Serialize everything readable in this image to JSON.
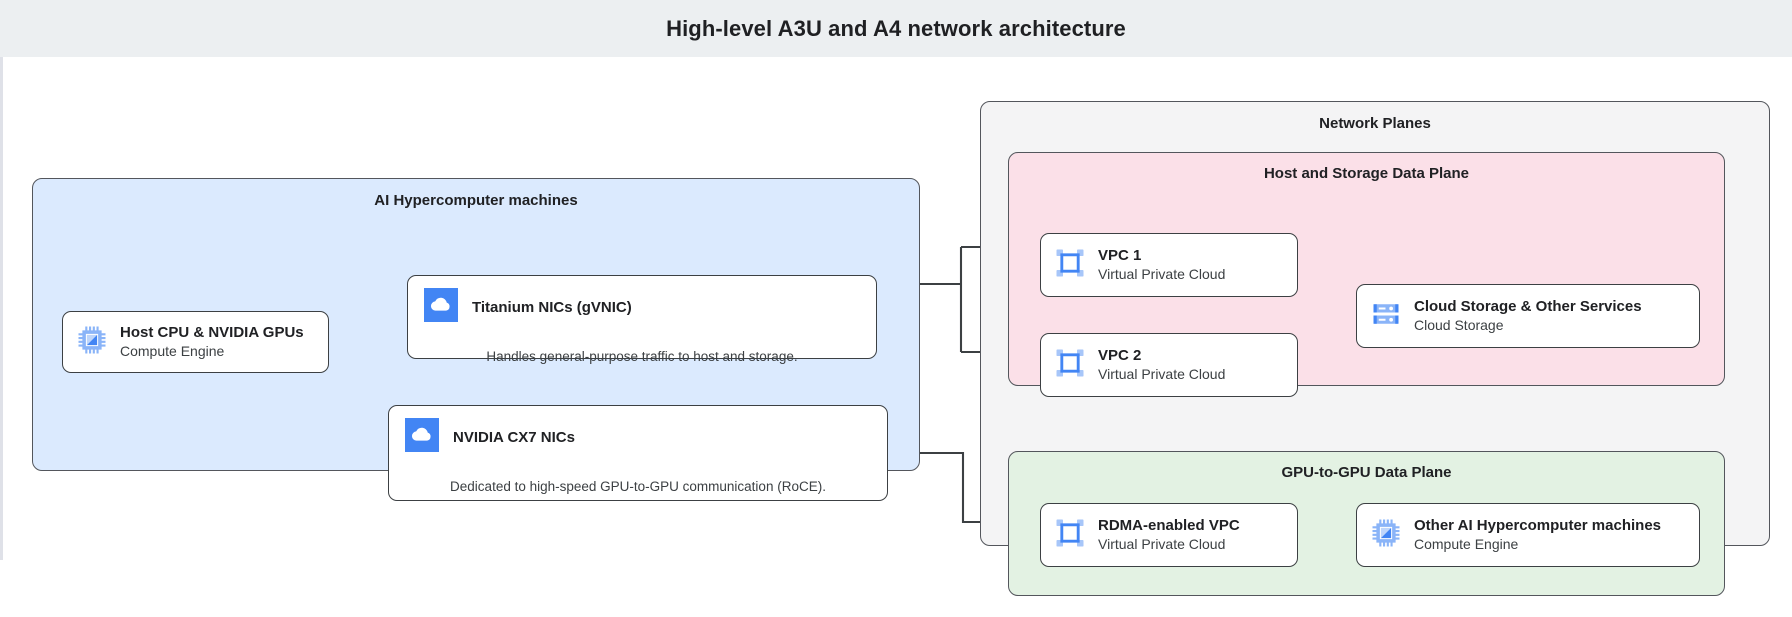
{
  "header": {
    "title": "High-level A3U and A4 network architecture"
  },
  "groups": {
    "ai_machines": {
      "title": "AI Hypercomputer machines"
    },
    "network_planes": {
      "title": "Network Planes"
    },
    "host_storage_plane": {
      "title": "Host and Storage Data Plane"
    },
    "gpu_plane": {
      "title": "GPU-to-GPU Data Plane"
    }
  },
  "nodes": {
    "host_cpu": {
      "title": "Host CPU & NVIDIA GPUs",
      "subtitle": "Compute Engine",
      "icon": "cpu-chip-icon"
    },
    "titanium": {
      "title": "Titanium NICs (gVNIC)",
      "caption": "Handles general-purpose traffic to host and storage.",
      "icon": "cloud-icon"
    },
    "cx7": {
      "title": "NVIDIA CX7 NICs",
      "caption": "Dedicated to high-speed GPU-to-GPU communication (RoCE).",
      "icon": "cloud-icon"
    },
    "vpc1": {
      "title": "VPC 1",
      "subtitle": "Virtual Private Cloud",
      "icon": "vpc-icon"
    },
    "vpc2": {
      "title": "VPC 2",
      "subtitle": "Virtual Private Cloud",
      "icon": "vpc-icon"
    },
    "cloud_storage": {
      "title": "Cloud Storage & Other Services",
      "subtitle": "Cloud Storage",
      "icon": "storage-icon"
    },
    "rdma_vpc": {
      "title": "RDMA-enabled VPC",
      "subtitle": "Virtual Private Cloud",
      "icon": "vpc-icon"
    },
    "other_machines": {
      "title": "Other AI Hypercomputer machines",
      "subtitle": "Compute Engine",
      "icon": "cpu-chip-icon"
    }
  },
  "colors": {
    "header_band": "#eceff1",
    "ai_machines_fill": "#dbeafe",
    "network_planes_fill": "#f4f4f5",
    "host_storage_fill": "#fbe0e8",
    "gpu_plane_fill": "#e3f2e3",
    "stroke": "#3c4043",
    "icon_blue": "#4285f4",
    "icon_blue_light": "#8ab4f8"
  },
  "connections": [
    {
      "from": "host_cpu",
      "to": "titanium"
    },
    {
      "from": "host_cpu",
      "to": "cx7"
    },
    {
      "from": "titanium",
      "to": "vpc1"
    },
    {
      "from": "titanium",
      "to": "vpc2"
    },
    {
      "from": "cx7",
      "to": "rdma_vpc"
    },
    {
      "from": "vpc1",
      "to": "cloud_storage"
    },
    {
      "from": "vpc2",
      "to": "cloud_storage"
    },
    {
      "from": "rdma_vpc",
      "to": "other_machines"
    }
  ]
}
